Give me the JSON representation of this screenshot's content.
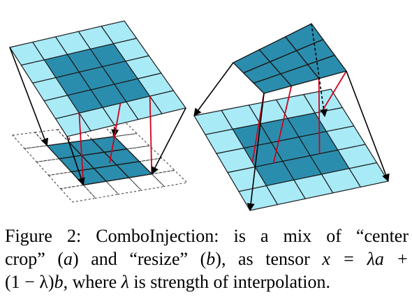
{
  "colors": {
    "light_cell": "#a9eaf7",
    "dark_cell": "#2b8dad",
    "cell_border": "#1c1c1c",
    "dashed_grid": "#333333",
    "red_link": "#d0021b",
    "black_arrow": "#000000"
  },
  "caption": {
    "prefix": "Figure 2:",
    "name": "ComboInjection:",
    "line1_rest": "is a mix of “center",
    "line2_a": "crop” (",
    "line2_var_a": "a",
    "line2_b": ") and “resize” (",
    "line2_var_b": "b",
    "line2_c": "), as tensor ",
    "line2_eq": "x = λa +",
    "line3_a": "(1 − λ)",
    "line3_b": "b",
    "line3_c": ", where ",
    "line3_lambda": "λ",
    "line3_d": " is strength of interpolation."
  }
}
